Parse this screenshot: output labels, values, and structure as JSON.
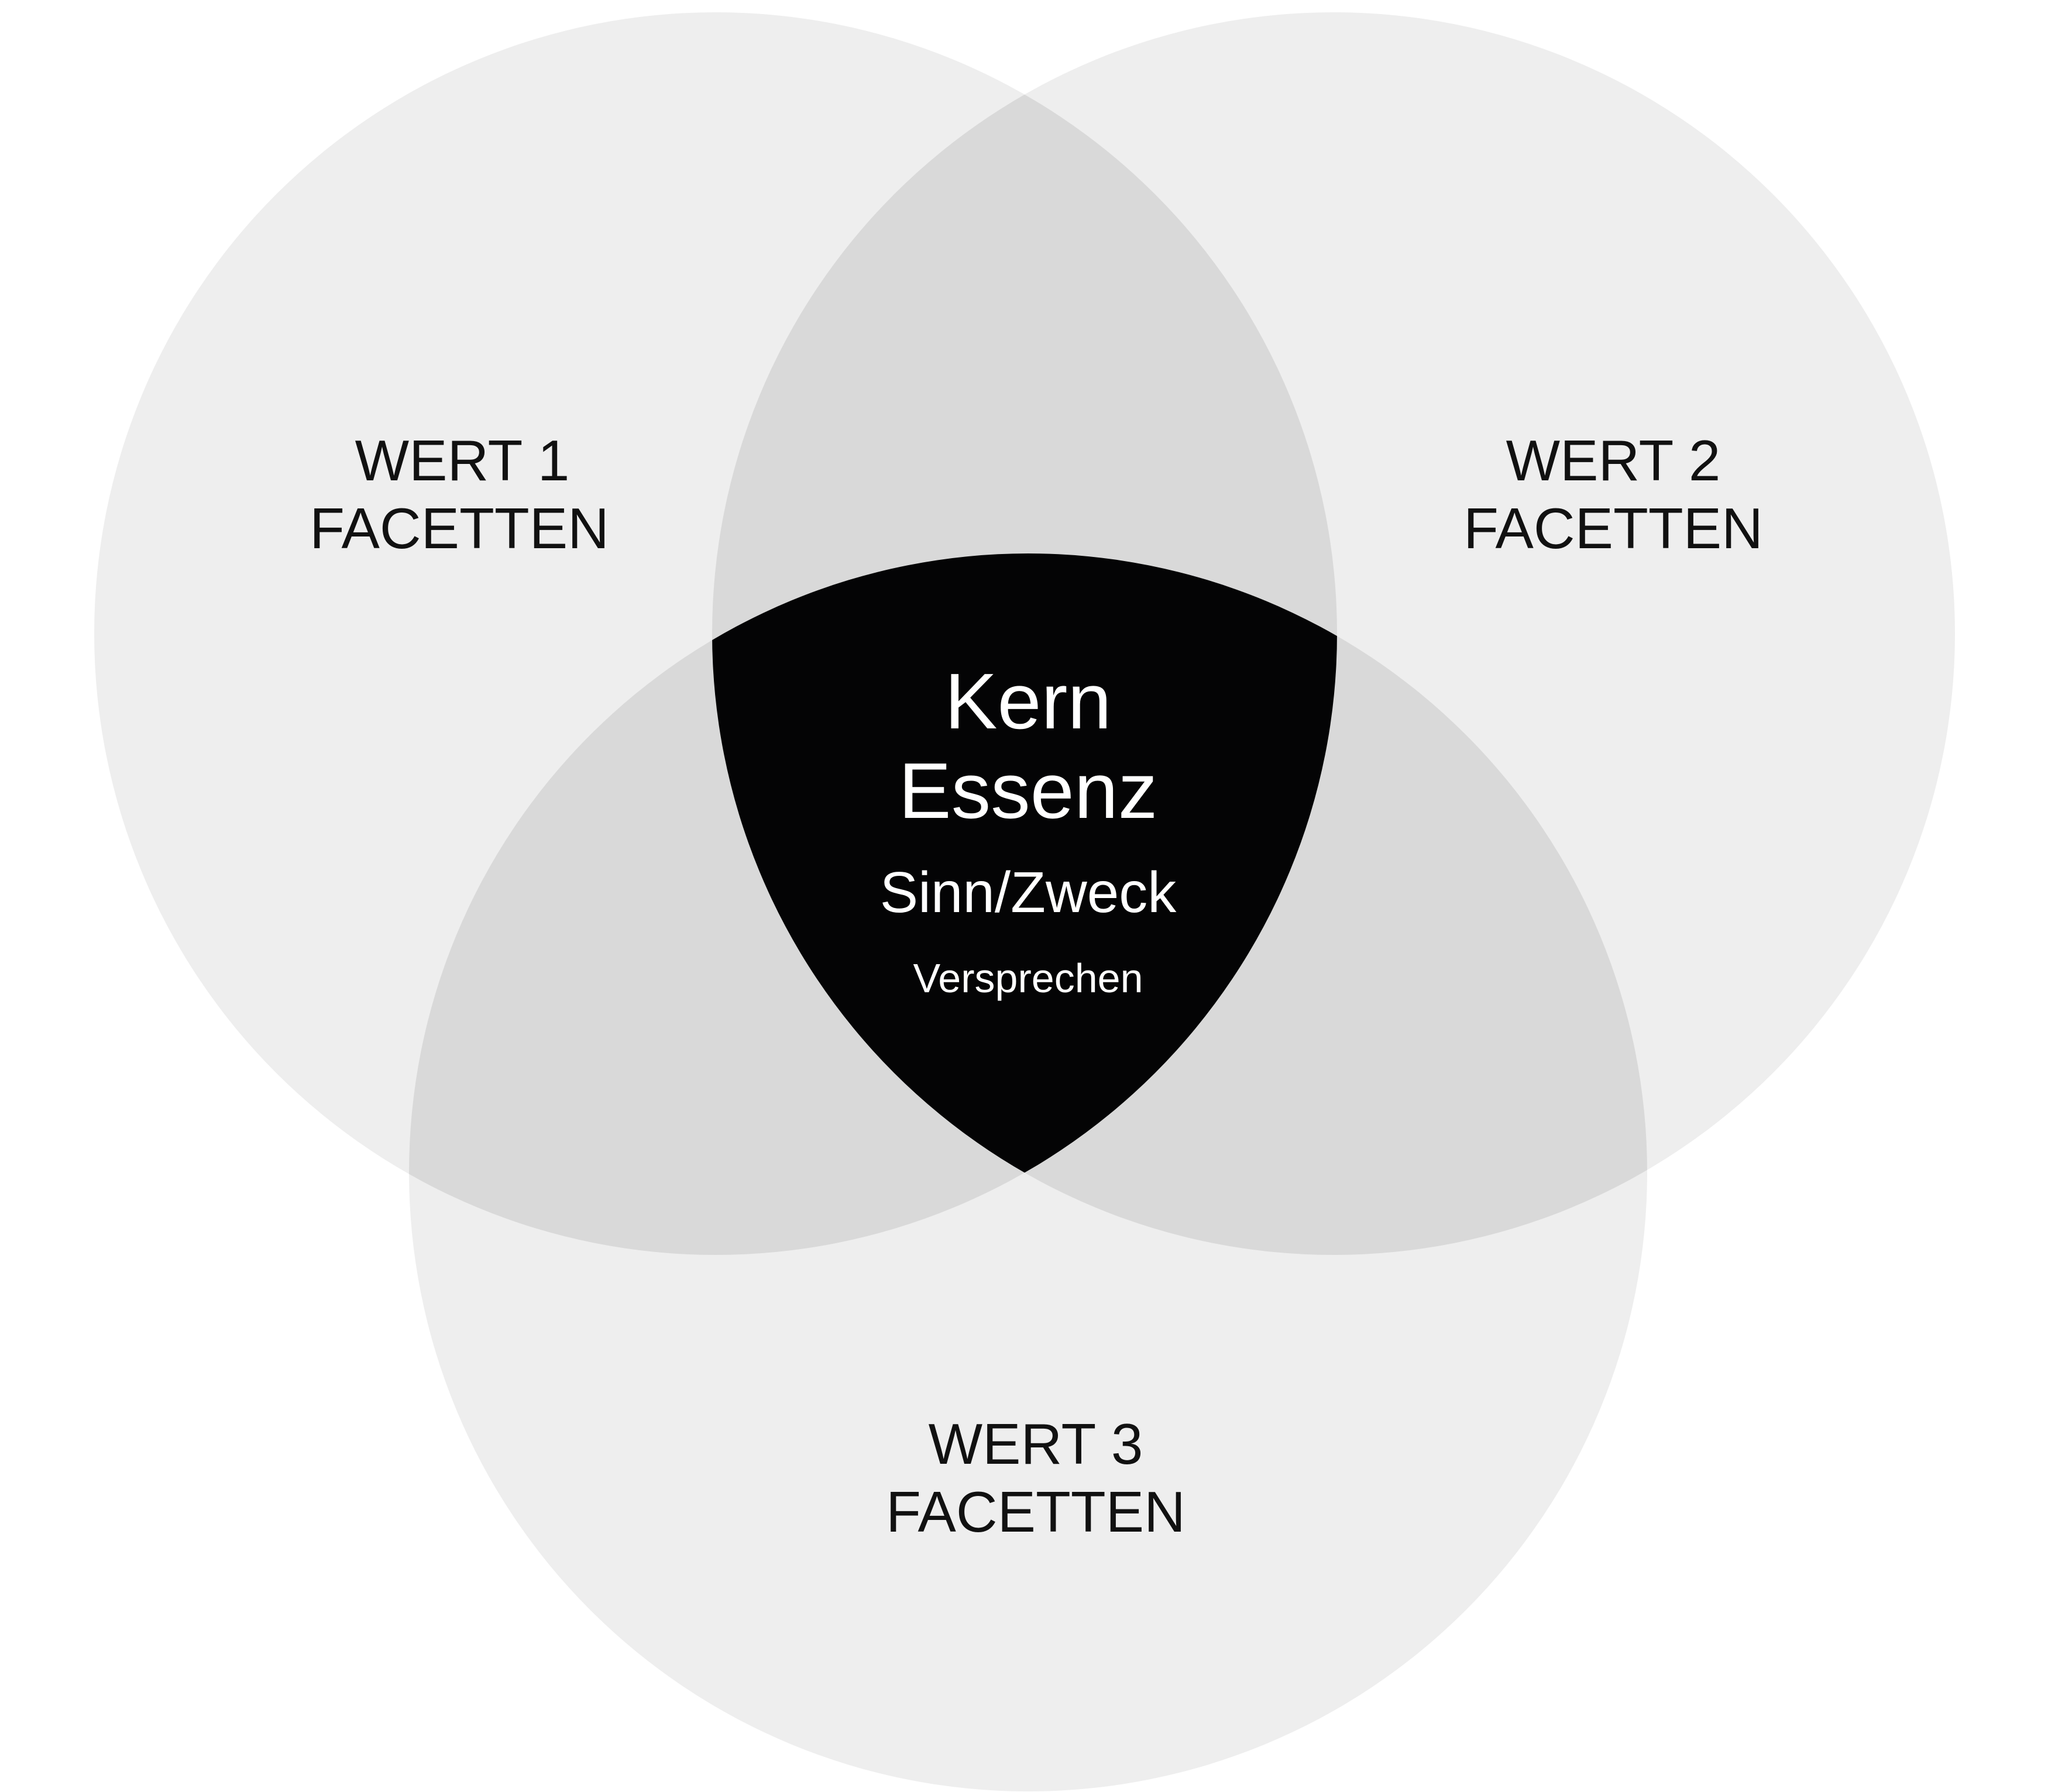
{
  "colors": {
    "circle": "#eeeeee",
    "overlap": "#d9d9d9",
    "core": "#040405",
    "label": "#111111",
    "core_text": "#ffffff"
  },
  "circles": [
    {
      "title": "WERT 1",
      "subtitle": "FACETTEN"
    },
    {
      "title": "WERT 2",
      "subtitle": "FACETTEN"
    },
    {
      "title": "WERT 3",
      "subtitle": "FACETTEN"
    }
  ],
  "core": {
    "line1": "Kern",
    "line2": "Essenz",
    "line3": "Sinn/Zweck",
    "line4": "Versprechen"
  }
}
